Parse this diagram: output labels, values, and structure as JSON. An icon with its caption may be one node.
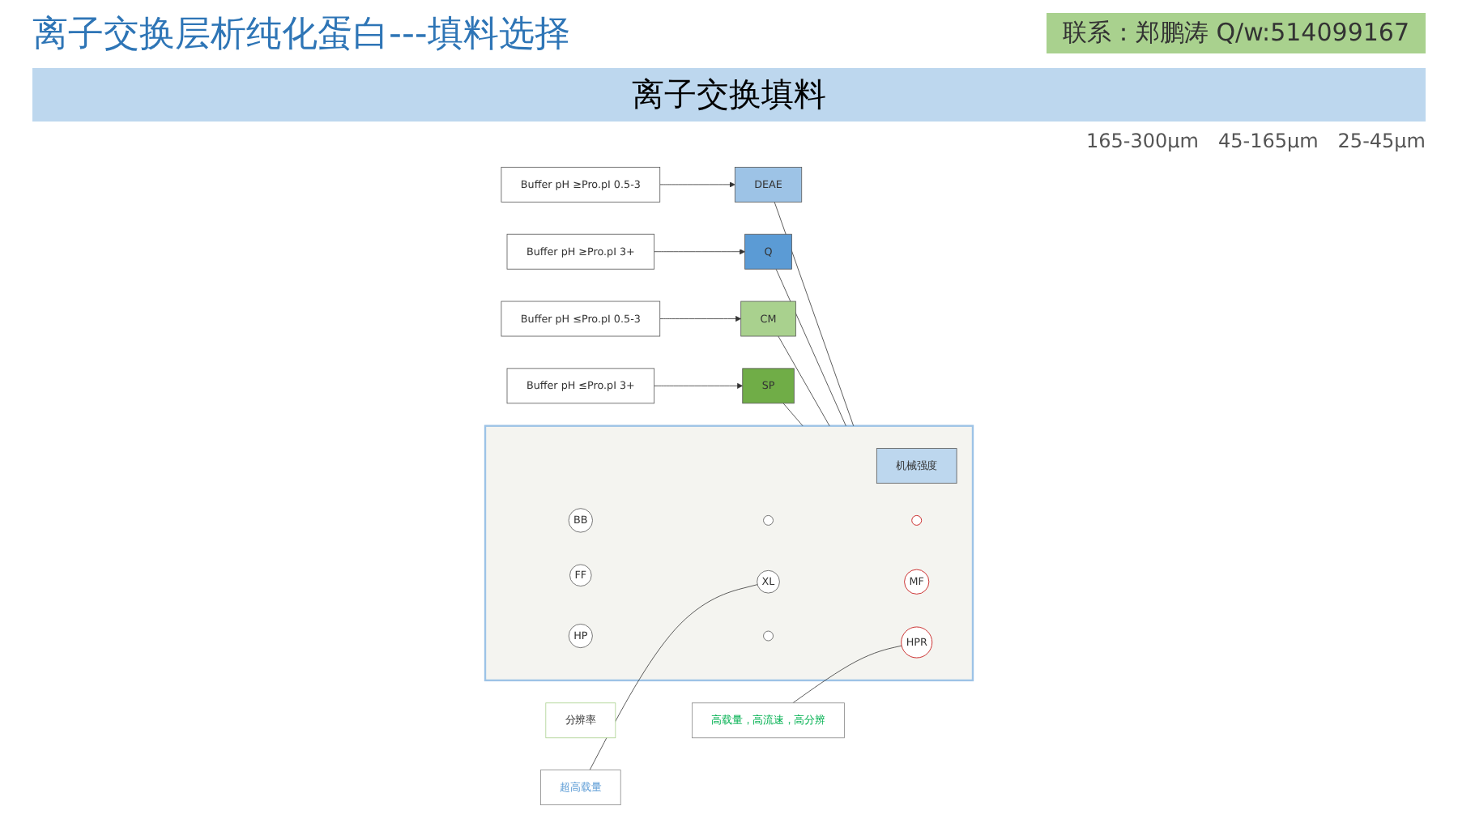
{
  "diagram": {
    "title": "离子交换层析纯化蛋白---填料选择",
    "nodes": [
      {
        "text": [
          "Buffer pH ≥Pro.pI 0.5-3"
        ]
      },
      {
        "text": [
          "Buffer pH ≥Pro.pI 3+"
        ]
      },
      {
        "text": [
          "Buffer pH ≤Pro.pI 0.5-3"
        ]
      },
      {
        "text": [
          "Buffer pH ≤Pro.pI 3+"
        ]
      },
      {
        "text": [
          "DEAE"
        ]
      },
      {
        "text": [
          "Q"
        ]
      },
      {
        "text": [
          "CM"
        ]
      },
      {
        "text": [
          "SP"
        ]
      },
      {
        "text": [
          "分辨率"
        ]
      },
      {
        "text": [],
        "shape": "picture"
      },
      {
        "text": [
          "机械强度"
        ],
        "in": 9
      },
      {
        "text": [
          "BB"
        ],
        "in": 9
      },
      {
        "text": [],
        "shape": "circle",
        "in": 9
      },
      {
        "text": [],
        "shape": "circle",
        "in": 9
      },
      {
        "text": [
          "FF"
        ],
        "in": 9
      },
      {
        "text": [
          "XL"
        ],
        "in": 9
      },
      {
        "text": [
          "MF"
        ],
        "in": 9
      },
      {
        "text": [
          "HP"
        ],
        "in": 9
      },
      {
        "text": [],
        "shape": "circle",
        "in": 9
      },
      {
        "text": [
          "HPR"
        ],
        "in": 9
      },
      {
        "text": [
          "超高载量"
        ]
      },
      {
        "text": [
          "高载量，高流速，高分辨"
        ]
      }
    ],
    "edges": [
      {
        "from": 0,
        "to": 4,
        "arrow": "to"
      },
      {
        "from": 1,
        "to": 5,
        "arrow": "to"
      },
      {
        "from": 2,
        "to": 6,
        "arrow": "to"
      },
      {
        "from": 3,
        "to": 7,
        "arrow": "to"
      },
      {
        "from": 4,
        "to": 9,
        "arrow": "none"
      },
      {
        "from": 5,
        "to": 9,
        "arrow": "none"
      },
      {
        "from": 6,
        "to": 9,
        "arrow": "none"
      },
      {
        "from": 7,
        "to": 9,
        "arrow": "none"
      },
      {
        "from": 20,
        "to": 15,
        "arrow": "none"
      },
      {
        "from": 21,
        "to": 19,
        "arrow": "none"
      }
    ],
    "labels": [
      "联系：郑鹏涛 Q/w:514099167",
      "离子交换填料",
      "165-300μm",
      "45-165μm",
      "25-45μm"
    ]
  }
}
